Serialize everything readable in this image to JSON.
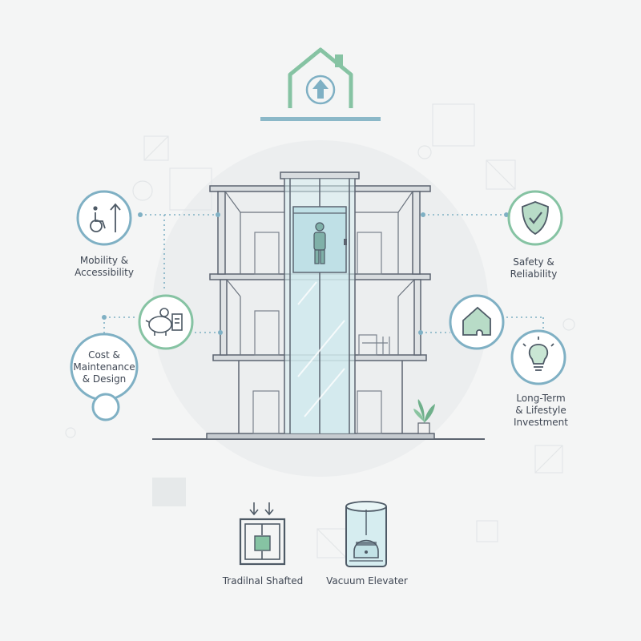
{
  "features": {
    "mobility": {
      "line1": "Mobility &",
      "line2": "Accessibility"
    },
    "safety": {
      "line1": "Safety &",
      "line2": "Reliability"
    },
    "cost": {
      "line1": "Cost &",
      "line2": "Maintenance",
      "line3": "& Design"
    },
    "longterm": {
      "line1": "Long-Term",
      "line2": "& Lifestyle",
      "line3": "Investment"
    }
  },
  "elevator_types": {
    "traditional": "Tradilnal Shafted",
    "vacuum": "Vacuum Elevater"
  },
  "icons": {
    "top": "home-elevator-icon",
    "mobility": "wheelchair-up-arrow-icon",
    "safety": "shield-check-icon",
    "cost": "piggy-bank-gear-icon",
    "house_puzzle": "house-puzzle-icon",
    "longterm": "lightbulb-icon",
    "traditional": "shafted-elevator-icon",
    "vacuum": "vacuum-elevator-icon"
  },
  "colors": {
    "green_accent": "#86c3a3",
    "blue_accent": "#7fb0c4",
    "line": "#5c6470",
    "glass": "#bfe0e6"
  }
}
